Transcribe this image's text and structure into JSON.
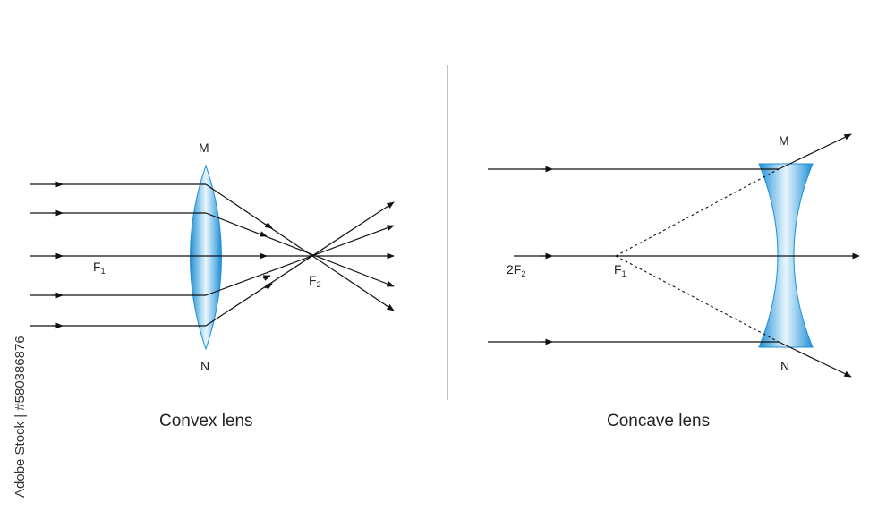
{
  "convex": {
    "label_top": "M",
    "label_bottom": "N",
    "focus_left": "F",
    "focus_left_sub": "1",
    "focus_right": "F",
    "focus_right_sub": "2",
    "caption": "Convex lens"
  },
  "concave": {
    "label_top": "M",
    "label_bottom": "N",
    "double_focus": "2F",
    "double_focus_sub": "2",
    "focus": "F",
    "focus_sub": "1",
    "caption": "Concave lens"
  },
  "watermark": "Adobe Stock | #580386876",
  "colors": {
    "lens_edge": "#1e8fd6",
    "lens_mid": "#e8f6fd",
    "ray": "#111111",
    "divider": "#9a9a9a"
  }
}
